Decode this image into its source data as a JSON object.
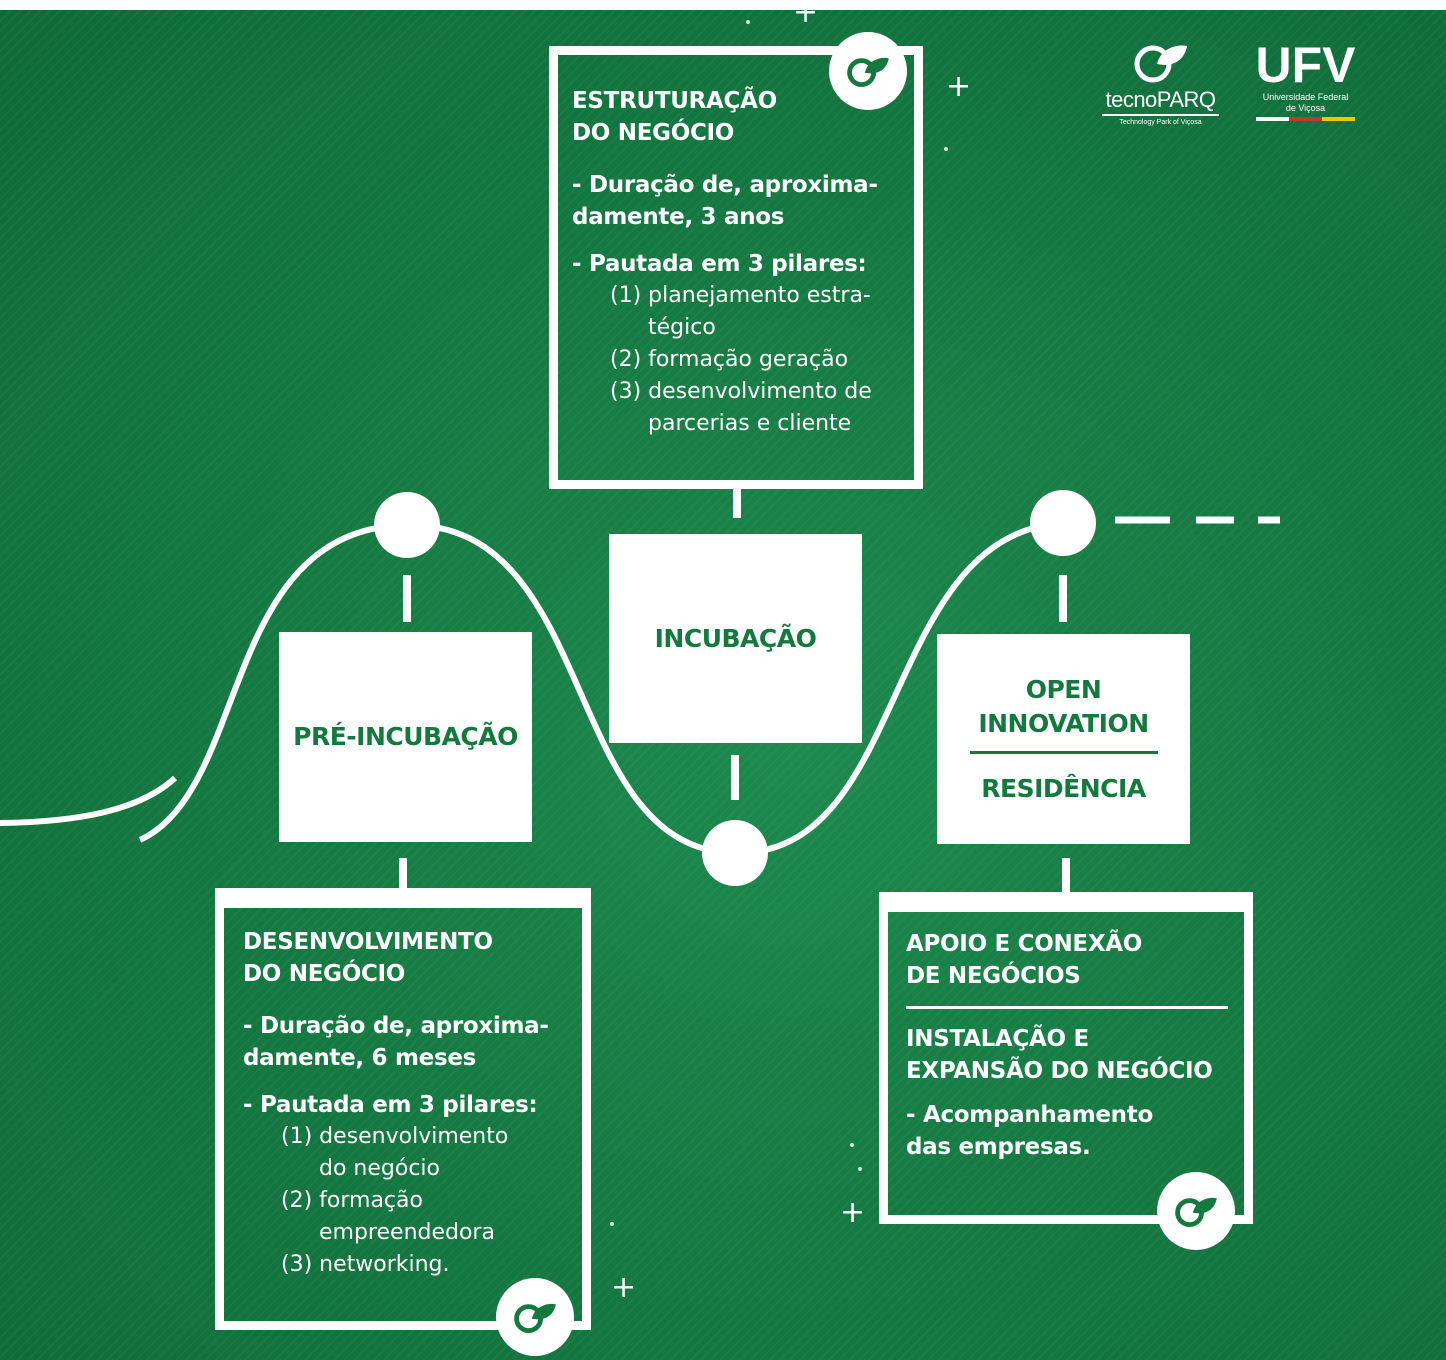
{
  "logos": {
    "tecnoparq": {
      "name": "tecnoPARQ",
      "tagline": "Technology Park of Viçosa"
    },
    "ufv": {
      "name": "UFV",
      "tagline_line1": "Universidade Federal",
      "tagline_line2": "de Viçosa"
    }
  },
  "stages": {
    "pre_incubacao": {
      "label": "PRÉ-INCUBAÇÃO"
    },
    "incubacao": {
      "label": "INCUBAÇÃO"
    },
    "open_innovation": {
      "label_line1": "OPEN",
      "label_line2": "INNOVATION",
      "label_line3": "RESIDÊNCIA"
    }
  },
  "panels": {
    "estruturacao": {
      "title_line1": "ESTRUTURAÇÃO",
      "title_line2": "DO NEGÓCIO",
      "duration_line1": "- Duração de, aproxima-",
      "duration_line2": "damente, 3 anos",
      "pillars_heading": "- Pautada em 3 pilares:",
      "items": [
        "(1) planejamento estra-",
        "tégico",
        "(2) formação geração",
        "(3) desenvolvimento de",
        "parcerias e cliente"
      ]
    },
    "desenvolvimento": {
      "title_line1": "DESENVOLVIMENTO",
      "title_line2": "DO NEGÓCIO",
      "duration_line1": "- Duração de, aproxima-",
      "duration_line2": "damente, 6 meses",
      "pillars_heading": "- Pautada em 3 pilares:",
      "items": [
        "(1) desenvolvimento",
        "do negócio",
        "(2) formação",
        "empreendedora",
        "(3) networking."
      ]
    },
    "apoio": {
      "title_line1": "APOIO E CONEXÃO",
      "title_line2": "DE NEGÓCIOS",
      "title2_line1": "INSTALAÇÃO E",
      "title2_line2": "EXPANSÃO DO NEGÓCIO",
      "note_line1": "- Acompanhamento",
      "note_line2": "das empresas."
    }
  },
  "colors": {
    "background": "#157a42",
    "accent": "#137a3e",
    "white": "#ffffff"
  },
  "icons": [
    "leaf-logo-icon",
    "plus-icon"
  ]
}
